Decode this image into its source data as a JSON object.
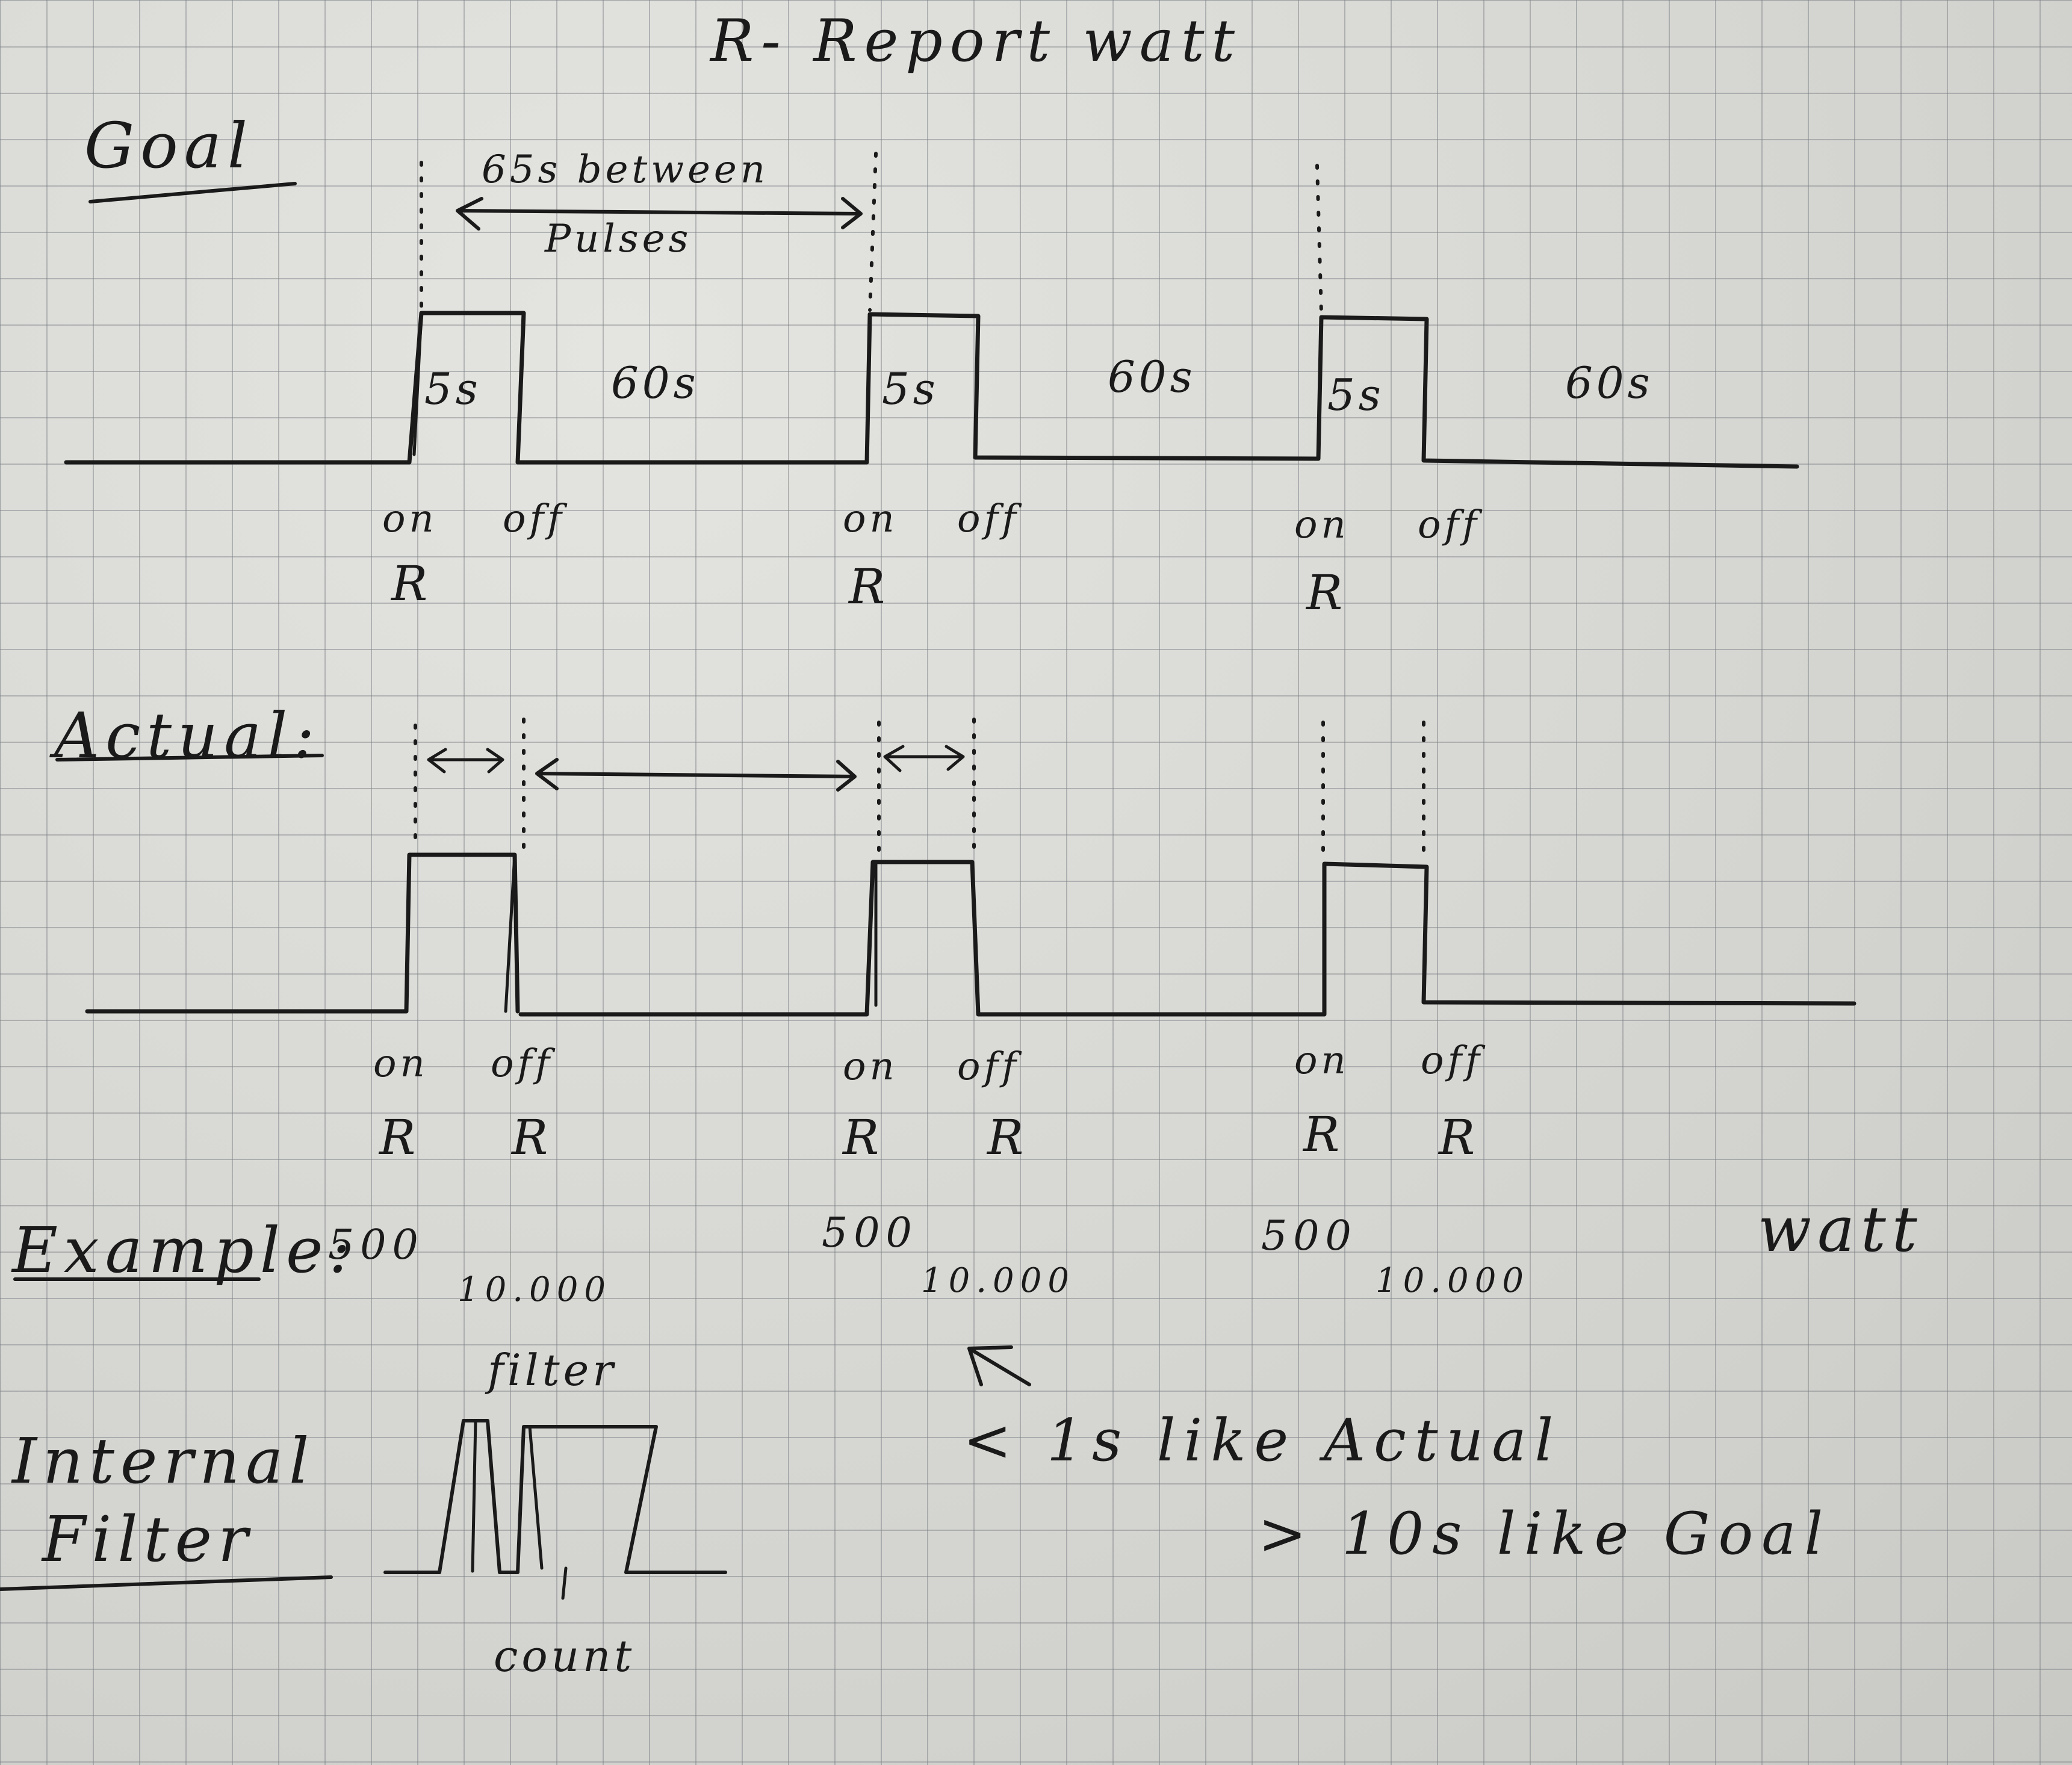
{
  "title": "R- Report watt",
  "goal": {
    "heading": "Goal",
    "between_top": "65s between",
    "between_bottom": "Pulses",
    "pulses": [
      {
        "on_label": "on",
        "off_label": "off",
        "marker": "R",
        "high_duration": "5s",
        "low_duration": "60s"
      },
      {
        "on_label": "on",
        "off_label": "off",
        "marker": "R",
        "high_duration": "5s",
        "low_duration": "60s"
      },
      {
        "on_label": "on",
        "off_label": "off",
        "marker": "R",
        "high_duration": "5s",
        "low_duration": "60s"
      }
    ]
  },
  "actual": {
    "heading": "Actual:",
    "pulses": [
      {
        "on_label": "on",
        "off_label": "off",
        "on_marker": "R",
        "off_marker": "R"
      },
      {
        "on_label": "on",
        "off_label": "off",
        "on_marker": "R",
        "off_marker": "R"
      },
      {
        "on_label": "on",
        "off_label": "off",
        "on_marker": "R",
        "off_marker": "R"
      }
    ]
  },
  "example": {
    "label": "Example:",
    "values": [
      {
        "on_value": "500",
        "off_value": "10.000"
      },
      {
        "on_value": "500",
        "off_value": "10.000"
      },
      {
        "on_value": "500",
        "off_value": "10.000"
      }
    ],
    "unit": "watt"
  },
  "internal_filter": {
    "label_line1": "Internal",
    "label_line2": "Filter",
    "filter_note": "filter",
    "count_note": "count"
  },
  "notes": {
    "less": "< 1s like Actual",
    "more": "> 10s like Goal"
  }
}
